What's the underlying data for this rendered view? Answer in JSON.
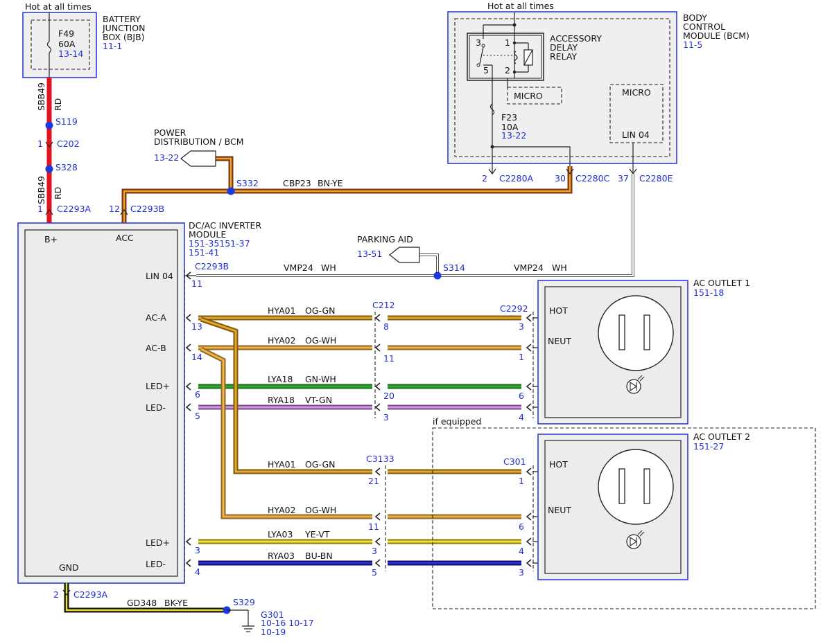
{
  "labels": {
    "hot_left": "Hot at all times",
    "hot_right": "Hot at all times",
    "bjb_name": [
      "BATTERY",
      "JUNCTION",
      "BOX (BJB)"
    ],
    "bjb_ref": "11-1",
    "f49_name": "F49",
    "f49_rating": "60A",
    "f49_ref": "13-14",
    "sbb49_a": "SBB49",
    "rd_a": "RD",
    "s119": "S119",
    "c202_pin": "1",
    "c202": "C202",
    "s328": "S328",
    "sbb49_b": "SBB49",
    "rd_b": "RD",
    "c2293a_pin_top": "1",
    "c2293a_top": "C2293A",
    "c2293b_pin_top": "12",
    "c2293b_top": "C2293B",
    "pd_name": [
      "POWER",
      "DISTRIBUTION / BCM"
    ],
    "pd_ref": "13-22",
    "s332": "S332",
    "cbp23": "CBP23",
    "bn_ye": "BN-YE",
    "bcm_name": [
      "BODY",
      "CONTROL",
      "MODULE (BCM)"
    ],
    "bcm_ref": "11-5",
    "relay_name": [
      "ACCESSORY",
      "DELAY",
      "RELAY"
    ],
    "relay_pins": [
      "3",
      "1",
      "5",
      "2"
    ],
    "micro_a": "MICRO",
    "micro_b": "MICRO",
    "lin04_bcm": "LIN 04",
    "f23_name": "F23",
    "f23_rating": "10A",
    "f23_ref": "13-22",
    "c2280a_pin": "2",
    "c2280a": "C2280A",
    "c2280c_pin": "30",
    "c2280c": "C2280C",
    "c2280e_pin": "37",
    "c2280e": "C2280E",
    "inv_name": [
      "DC/AC INVERTER",
      "MODULE"
    ],
    "inv_ref": [
      "151-35151-37",
      "151-41"
    ],
    "b_plus": "B+",
    "acc": "ACC",
    "inv_pins": [
      "LIN 04",
      "AC-A",
      "AC-B",
      "LED+",
      "LED-",
      "LED+",
      "LED-",
      "GND"
    ],
    "parking_name": "PARKING AID",
    "parking_ref": "13-51",
    "s314": "S314",
    "c2293b_mid": "C2293B",
    "lin_pin": "11",
    "vmp24_a": "VMP24",
    "wh_a": "WH",
    "vmp24_b": "VMP24",
    "wh_b": "WH",
    "c212": "C212",
    "c2292": "C2292",
    "c3133": "C3133",
    "c301": "C301",
    "outlet1_name": "AC OUTLET 1",
    "outlet1_ref": "151-18",
    "outlet2_name": "AC OUTLET 2",
    "outlet2_ref": "151-27",
    "hot": "HOT",
    "neut": "NEUT",
    "hot2": "HOT",
    "neut2": "NEUT",
    "if_equipped": "if equipped",
    "gnd_pin": "2",
    "c2293a_bottom": "C2293A",
    "gd348": "GD348",
    "bk_ye": "BK-YE",
    "s329": "S329",
    "g301": "G301",
    "g301_refs": [
      "10-16 10-17",
      "10-19"
    ]
  },
  "circuits": [
    {
      "name": "HYA01",
      "color": "OG-GN",
      "pin_inv": "13",
      "pin_mid": "8",
      "pin_out": "3"
    },
    {
      "name": "HYA02",
      "color": "OG-WH",
      "pin_inv": "14",
      "pin_mid": "11",
      "pin_out": "1"
    },
    {
      "name": "LYA18",
      "color": "GN-WH",
      "pin_inv": "6",
      "pin_mid": "20",
      "pin_out": "6"
    },
    {
      "name": "RYA18",
      "color": "VT-GN",
      "pin_inv": "5",
      "pin_mid": "3",
      "pin_out": "4"
    },
    {
      "name": "HYA01",
      "color": "OG-GN",
      "pin_inv": "",
      "pin_mid": "21",
      "pin_out": "1"
    },
    {
      "name": "HYA02",
      "color": "OG-WH",
      "pin_inv": "",
      "pin_mid": "11",
      "pin_out": "6"
    },
    {
      "name": "LYA03",
      "color": "YE-VT",
      "pin_inv": "3",
      "pin_mid": "3",
      "pin_out": "4"
    },
    {
      "name": "RYA03",
      "color": "BU-BN",
      "pin_inv": "4",
      "pin_mid": "5",
      "pin_out": "3"
    }
  ],
  "colors": {
    "red": "#e0141e",
    "orange": "#f4a12a",
    "green": "#1e9a22",
    "violet": "#c88ad8",
    "yellow": "#f1e232",
    "blue": "#1a20b0",
    "brown": "#7a3a10",
    "black": "#111111",
    "splice": "#1a3ae0",
    "ref": "#1f2fd6"
  }
}
